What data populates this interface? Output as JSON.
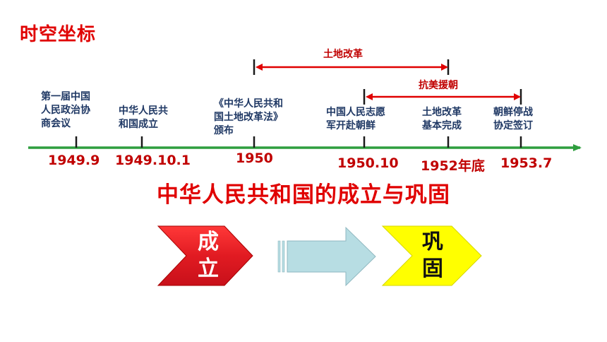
{
  "slide": {
    "title": "时空坐标",
    "heading": "中华人民共和国的成立与巩固"
  },
  "timeline": {
    "events": [
      {
        "text": "第一届中国\n人民政治协\n商会议",
        "date": "1949.9"
      },
      {
        "text": "中华人民共\n和国成立",
        "date": "1949.10.1"
      },
      {
        "text": "《中华人民共和\n国土地改革法》\n颁布",
        "date": "1950"
      },
      {
        "text": "中国人民志愿\n军开赴朝鲜",
        "date": "1950.10"
      },
      {
        "text": "土地改革\n基本完成",
        "date": "1952年底"
      },
      {
        "text": "朝鲜停战\n协定签订",
        "date": "1953.7"
      }
    ],
    "spans": [
      {
        "label": "土地改革"
      },
      {
        "label": "抗美援朝"
      }
    ]
  },
  "flow": {
    "left": {
      "line1": "成",
      "line2": "立"
    },
    "right": {
      "line1": "巩",
      "line2": "固"
    }
  },
  "colors": {
    "title_red": "#e00000",
    "timeline_green": "#2e9e3e",
    "event_text": "#1f3864",
    "date_red": "#c00000",
    "chevron_left": "#e11b22",
    "arrow_middle": "#b7dde3",
    "chevron_right": "#ffff00"
  }
}
